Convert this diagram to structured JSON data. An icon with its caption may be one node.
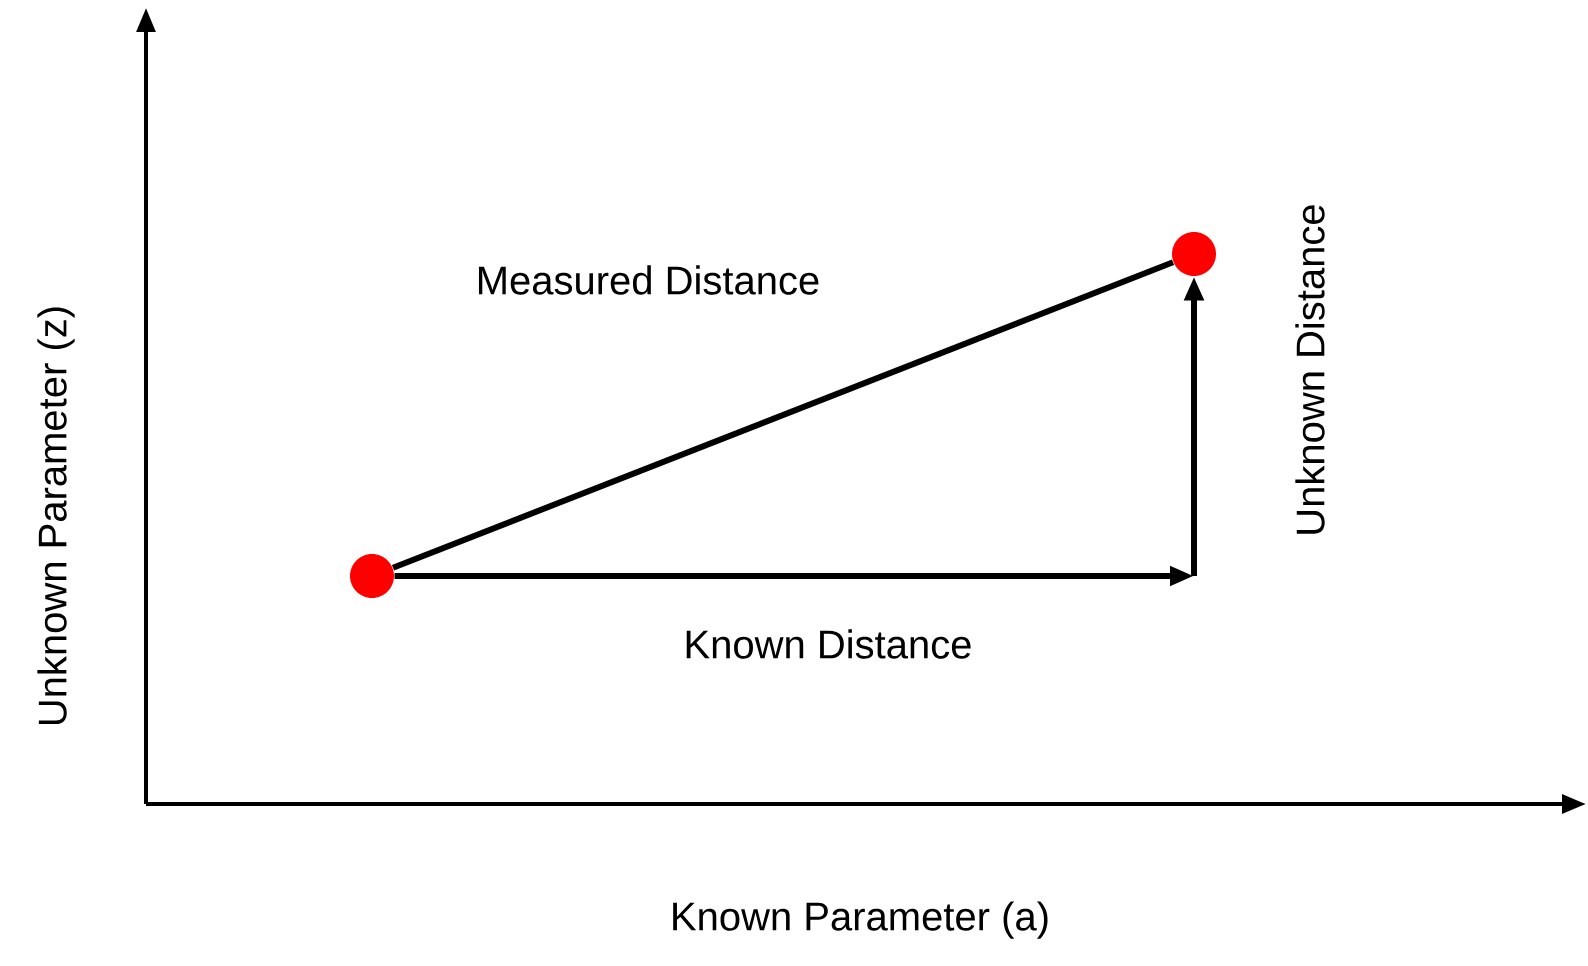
{
  "diagram": {
    "nodes": [
      {
        "text": [],
        "shape": "circle"
      },
      {
        "text": [],
        "shape": "circle"
      }
    ],
    "edges": [
      {
        "from": 0,
        "to": 1,
        "arrow": "none",
        "label": "Measured Distance"
      },
      {
        "from": 0,
        "to": null,
        "arrow": "to",
        "label": "Known Distance"
      },
      {
        "from": null,
        "to": 1,
        "arrow": "to",
        "label": "Unknown Distance"
      }
    ],
    "labels": [
      "Unknown Parameter (z)",
      "Known Parameter (a)"
    ]
  }
}
